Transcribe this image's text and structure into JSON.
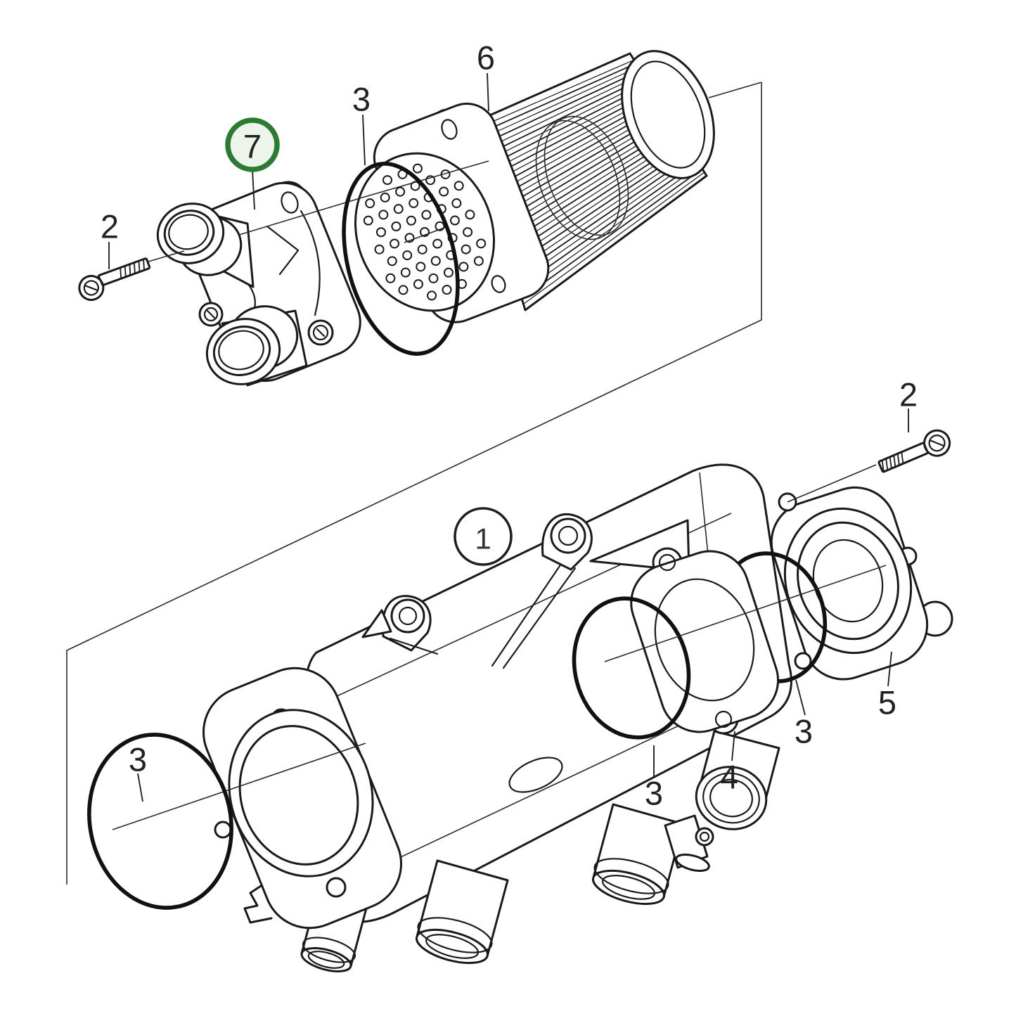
{
  "figure": {
    "type": "exploded-parts-diagram",
    "description": "Exploded line-art diagram of a heat exchanger assembly with numbered part callouts",
    "part_numbers_shown": [
      "1",
      "2",
      "3",
      "4",
      "5",
      "6",
      "7"
    ],
    "highlighted_part": "7"
  },
  "colors": {
    "background": "#ffffff",
    "line": "#1a1a1a",
    "label_text": "#222222",
    "highlight_ring_green": "#2c7b33",
    "highlight_fill": "#edf4ea"
  },
  "callouts": [
    {
      "id": "bolt-top",
      "label": "2"
    },
    {
      "id": "cover-highlighted",
      "label": "7"
    },
    {
      "id": "oring-top",
      "label": "3"
    },
    {
      "id": "core",
      "label": "6"
    },
    {
      "id": "bolt-right",
      "label": "2"
    },
    {
      "id": "end-cap",
      "label": "5"
    },
    {
      "id": "oring-right",
      "label": "3"
    },
    {
      "id": "gasket",
      "label": "4"
    },
    {
      "id": "oring-mid",
      "label": "3"
    },
    {
      "id": "oring-left",
      "label": "3"
    },
    {
      "id": "housing",
      "label": "1"
    }
  ]
}
